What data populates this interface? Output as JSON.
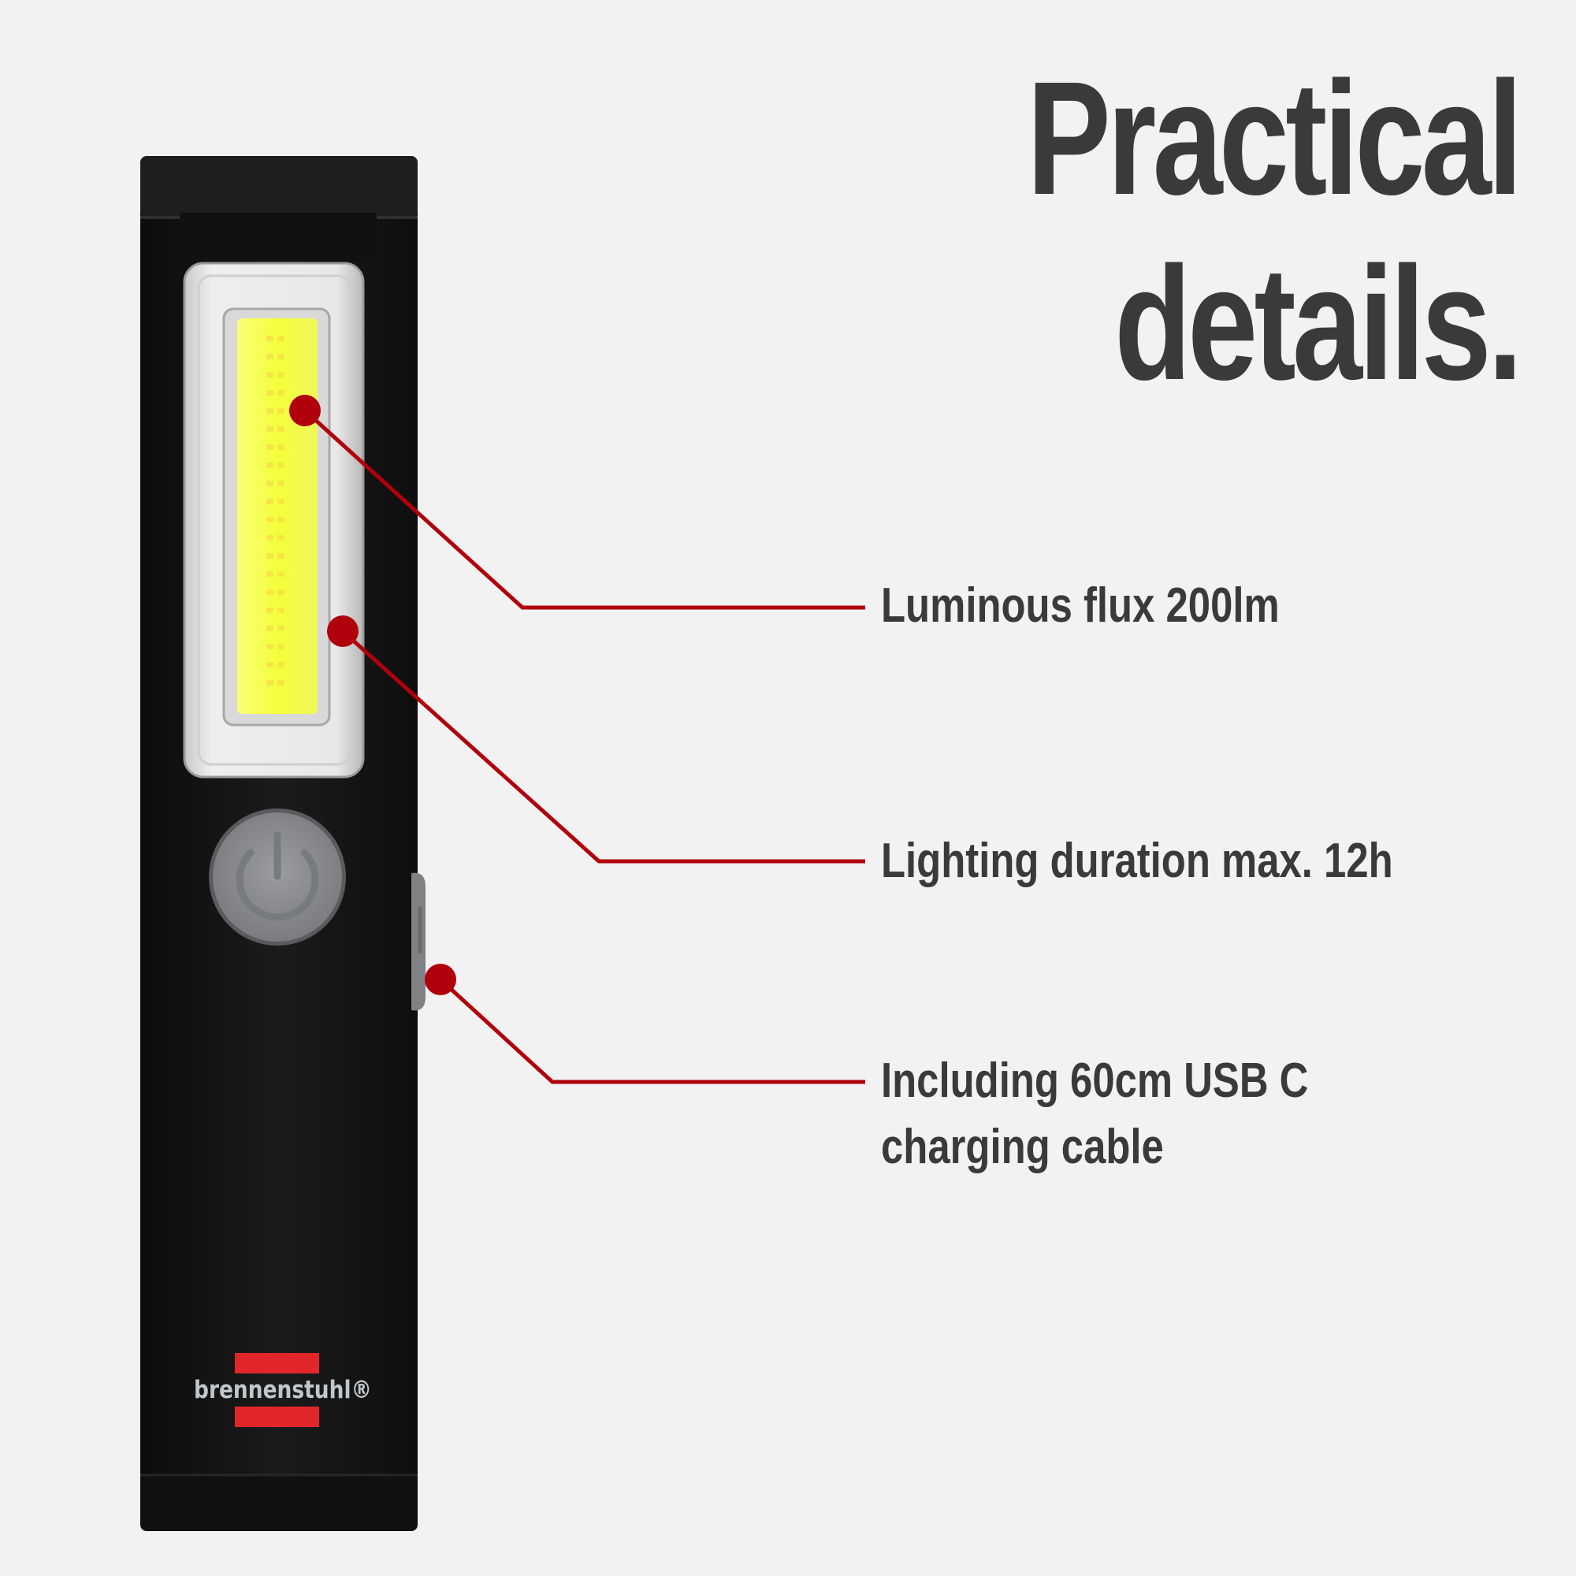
{
  "headline": {
    "line1": "Practical",
    "line2": "details."
  },
  "features": [
    {
      "label": "Luminous flux 200lm"
    },
    {
      "label": "Lighting duration max. 12h"
    },
    {
      "label": "Including 60cm USB C charging cable"
    }
  ],
  "product": {
    "brand_logo_text": "brennenstuhl®",
    "body_color": "#161616",
    "led_color": "#f3ff3a",
    "button_color": "#8a8c8f"
  },
  "colors": {
    "callout_red": "#b0000c",
    "text": "#3a3a3a",
    "background": "#f2f2f2",
    "logo_red": "#e3262a"
  },
  "icons": [
    "power-icon",
    "callout-dot"
  ]
}
